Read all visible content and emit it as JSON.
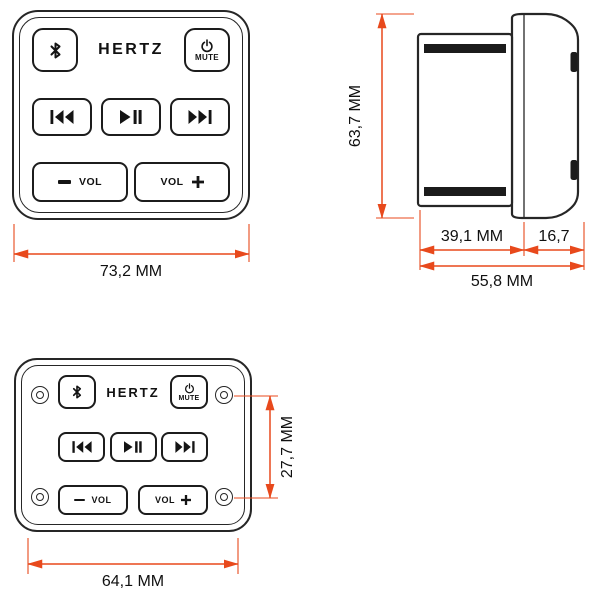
{
  "controller": {
    "brand": "HERTZ",
    "buttons": {
      "bluetooth": {
        "icon": "bluetooth-icon"
      },
      "mute": {
        "icon": "power-icon",
        "label": "MUTE"
      },
      "previous": {
        "icon": "skip-back-icon"
      },
      "play_pause": {
        "icon": "play-pause-icon"
      },
      "next": {
        "icon": "skip-forward-icon"
      },
      "volume_down": {
        "icon": "minus-icon",
        "label": "VOL"
      },
      "volume_up": {
        "icon": "plus-icon",
        "label": "VOL"
      }
    }
  },
  "dimensions": {
    "front_width": "73,2 MM",
    "side_height": "63,7 MM",
    "depth_body": "39,1 MM",
    "depth_bezel": "16,7",
    "depth_total": "55,8 MM",
    "surface_width": "64,1 MM",
    "hole_spacing": "27,7 MM"
  },
  "colors": {
    "line": "#262626",
    "dimension": "#e8491c",
    "icon": "#141414",
    "background": "#ffffff"
  }
}
